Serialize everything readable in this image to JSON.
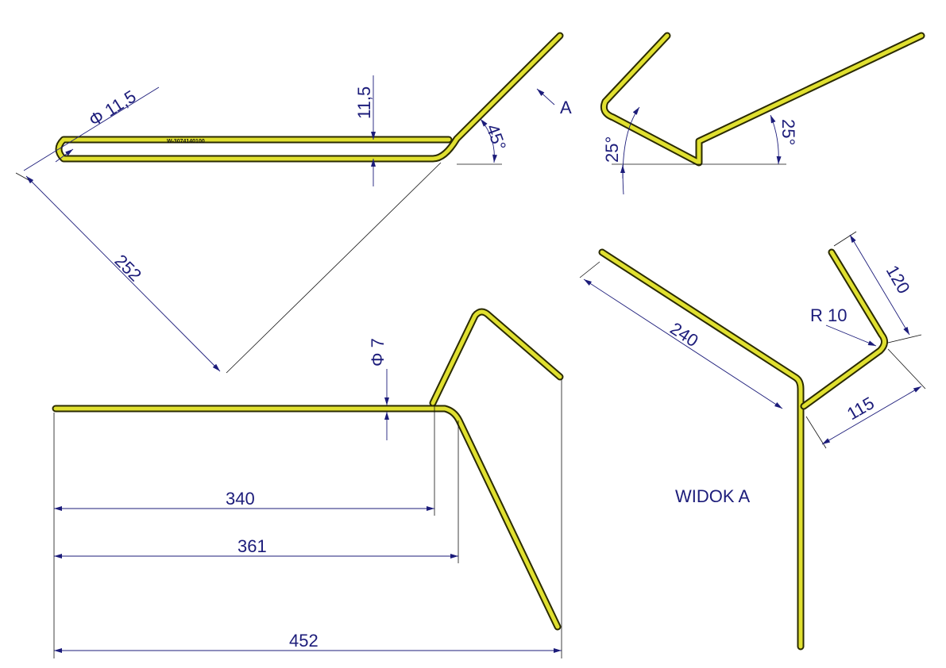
{
  "drawing": {
    "part_number": "W-3074140100",
    "view_label": "WIDOK A",
    "view_arrow_label": "A",
    "dimensions": {
      "rod_diameter_top": "Φ 11,5",
      "gap": "11,5",
      "angle_45": "45°",
      "angle_25_left": "25°",
      "angle_25_right": "25°",
      "length_252": "252",
      "diameter_7": "Φ 7",
      "length_340": "340",
      "length_361": "361",
      "length_452": "452",
      "length_240": "240",
      "length_120": "120",
      "radius": "R 10",
      "length_115": "115"
    },
    "colors": {
      "rod": "#e0e030",
      "dimension": "#1c1c7a"
    }
  }
}
